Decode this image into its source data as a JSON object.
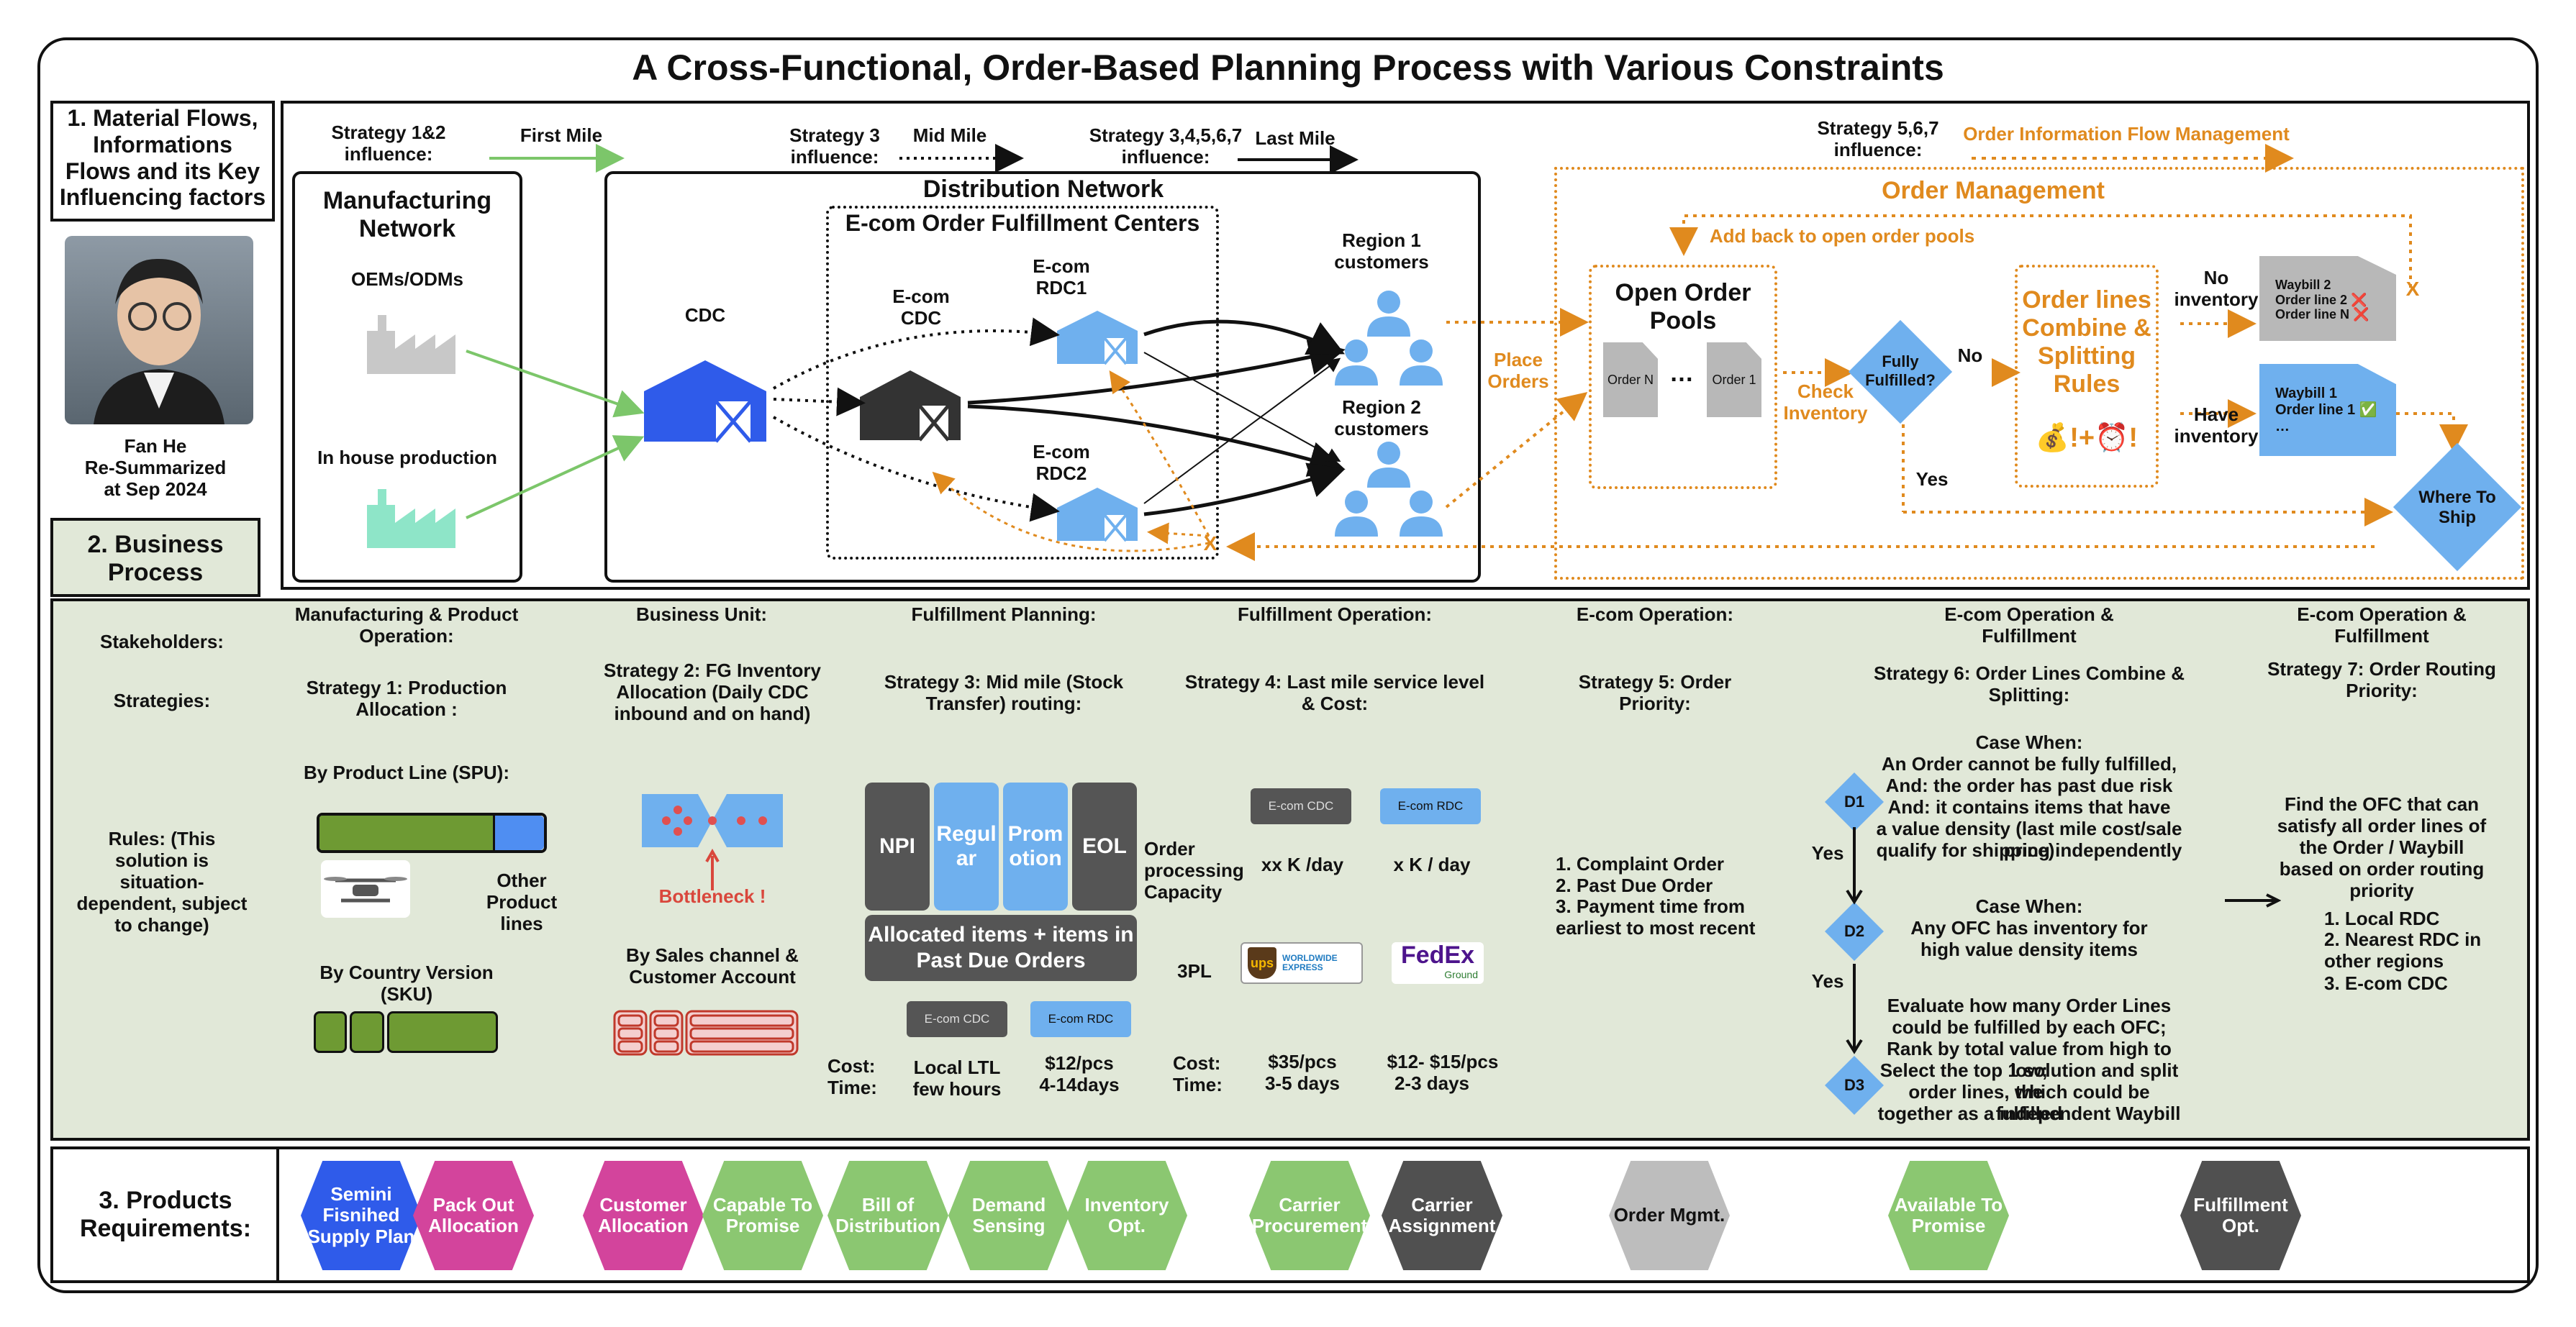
{
  "title": "A Cross-Functional, Order-Based Planning Process with Various Constraints",
  "colors": {
    "blue": "#2f5bea",
    "light_blue": "#6fb0ee",
    "green": "#8bc771",
    "magenta": "#d3449c",
    "dark": "#505050",
    "orange": "#e08a1e",
    "panel": "#e1e8d8"
  },
  "section1": {
    "title": "1. Material Flows, Informations Flows and its Key Influencing factors"
  },
  "author": {
    "name": "Fan He",
    "line2": "Re-Summarized",
    "line3": "at Sep 2024"
  },
  "section2": {
    "title": "2. Business Process"
  },
  "section3": {
    "title": "3. Products Requirements:"
  },
  "flow": {
    "strategy12": "Strategy 1&2 influence:",
    "first_mile": "First Mile",
    "strategy3": "Strategy 3 influence:",
    "mid_mile": "Mid Mile",
    "strategy34567": "Strategy 3,4,5,6,7 influence:",
    "last_mile": "Last Mile",
    "strategy567": "Strategy 5,6,7 influence:",
    "order_info_flow": "Order Information Flow Management",
    "manufacturing_network": "Manufacturing Network",
    "oems": "OEMs/ODMs",
    "in_house": "In house production",
    "distribution_network": "Distribution Network",
    "ecom_ofc": "E-com Order Fulfillment Centers",
    "cdc": "CDC",
    "ecom_cdc": "E-com CDC",
    "ecom_rdc1": "E-com RDC1",
    "ecom_rdc2": "E-com RDC2",
    "region1": "Region 1 customers",
    "region2": "Region 2 customers",
    "place_orders": "Place Orders",
    "x_mark": "X",
    "order_management": "Order Management",
    "add_back": "Add back to open order pools",
    "open_order_pools": "Open Order Pools",
    "order_n": "Order N",
    "ellipsis": "…",
    "order_1": "Order 1",
    "check_inventory": "Check Inventory",
    "fully_fulfilled": "Fully Fulfilled?",
    "no": "No",
    "yes": "Yes",
    "combine_rules": "Order lines Combine & Splitting Rules",
    "combine_icons": "💰!+⏰!",
    "no_inventory": "No inventory",
    "have_inventory": "Have inventory",
    "waybill2": [
      "Waybill 2",
      "Order line 2 ❌",
      "Order line N ❌"
    ],
    "waybill1": [
      "Waybill 1",
      "Order line 1 ✅",
      "…"
    ],
    "where_to_ship": "Where To Ship"
  },
  "business": {
    "row_labels": {
      "stakeholders": "Stakeholders:",
      "strategies": "Strategies:",
      "rules": "Rules: (This solution is situation-dependent, subject to change)"
    },
    "col1": {
      "stake": "Manufacturing & Product Operation:",
      "strategy": "Strategy 1: Production Allocation :",
      "by_product_line": "By Product Line (SPU):",
      "other_lines": "Other Product lines",
      "by_country": "By Country Version (SKU)"
    },
    "col2": {
      "stake": "Business Unit:",
      "strategy": "Strategy 2: FG Inventory Allocation (Daily CDC inbound and on hand)",
      "bottleneck": "Bottleneck !",
      "by_sales": "By Sales channel & Customer Account"
    },
    "col3": {
      "stake": "Fulfillment Planning:",
      "strategy": "Strategy 3: Mid mile (Stock Transfer) routing:",
      "blocks": [
        "NPI",
        "Regul ar",
        "Prom otion",
        "EOL"
      ],
      "allocated": "Allocated items + items in Past Due Orders",
      "order_capacity": "Order processing Capacity",
      "tag_cdc": "E-com CDC",
      "tag_rdc": "E-com RDC",
      "cost_label": "Cost:",
      "time_label": "Time:",
      "cdc_cost": "Local LTL",
      "cdc_time": "few hours",
      "rdc_cost": "$12/pcs",
      "rdc_time": "4-14days"
    },
    "col4": {
      "stake": "Fulfillment Operation:",
      "strategy": "Strategy 4: Last mile service level & Cost:",
      "tag_cdc": "E-com CDC",
      "tag_rdc": "E-com RDC",
      "cap_cdc": "xx K /day",
      "cap_rdc": "x K / day",
      "tpl": "3PL",
      "ups": "ups",
      "ups_text": "WORLDWIDE EXPRESS",
      "fedex": "FedEx",
      "fedex_sub": "Ground",
      "cost_label": "Cost:",
      "time_label": "Time:",
      "ups_cost": "$35/pcs",
      "ups_time": "3-5 days",
      "fedex_cost": "$12- $15/pcs",
      "fedex_time": "2-3 days"
    },
    "col5": {
      "stake": "E-com Operation:",
      "strategy": "Strategy 5: Order Priority:",
      "rules": [
        "1. Complaint Order",
        "2. Past Due Order",
        "3. Payment time from earliest to most recent"
      ]
    },
    "col6": {
      "stake": "E-com Operation & Fulfillment",
      "strategy": "Strategy 6: Order Lines Combine & Splitting:",
      "d1": "D1",
      "d2": "D2",
      "d3": "D3",
      "yes": "Yes",
      "case1_title": "Case When:",
      "case1": [
        "An Order cannot be fully fulfilled,",
        "And: the order has past due risk",
        "And: it contains items that have",
        "a value density (last mile cost/sale price)",
        "qualify for shipping independently"
      ],
      "case2_title": "Case When:",
      "case2": [
        "Any OFC has inventory for",
        "high value density items"
      ],
      "case3": [
        "Evaluate how many Order Lines",
        "could be fulfilled by each OFC;",
        "Rank by total value from high to low;",
        "Select the top 1 solution and split the",
        "order lines, which could be fulfilled",
        "together as a independent Waybill"
      ]
    },
    "col7": {
      "stake": "E-com Operation & Fulfillment",
      "strategy": "Strategy 7: Order Routing Priority:",
      "find": "Find the OFC that can satisfy all order lines of the Order / Waybill based on order routing priority",
      "list": [
        "1. Local RDC",
        "2. Nearest RDC in other regions",
        "3. E-com CDC"
      ]
    }
  },
  "products": [
    {
      "label": "Semini Fisnihed Supply Plan",
      "color": "#2f5bea"
    },
    {
      "label": "Pack Out Allocation",
      "color": "#d3449c"
    },
    {
      "label": "Customer Allocation",
      "color": "#d3449c"
    },
    {
      "label": "Capable To Promise",
      "color": "#8bc771"
    },
    {
      "label": "Bill of Distribution",
      "color": "#8bc771"
    },
    {
      "label": "Demand Sensing",
      "color": "#8bc771"
    },
    {
      "label": "Inventory Opt.",
      "color": "#8bc771"
    },
    {
      "label": "Carrier Procurement",
      "color": "#8bc771"
    },
    {
      "label": "Carrier Assignment",
      "color": "#505050"
    },
    {
      "label": "Order Mgmt.",
      "color": "#bdbdbd",
      "dark_text": true
    },
    {
      "label": "Available To Promise",
      "color": "#8bc771"
    },
    {
      "label": "Fulfillment Opt.",
      "color": "#505050"
    }
  ]
}
